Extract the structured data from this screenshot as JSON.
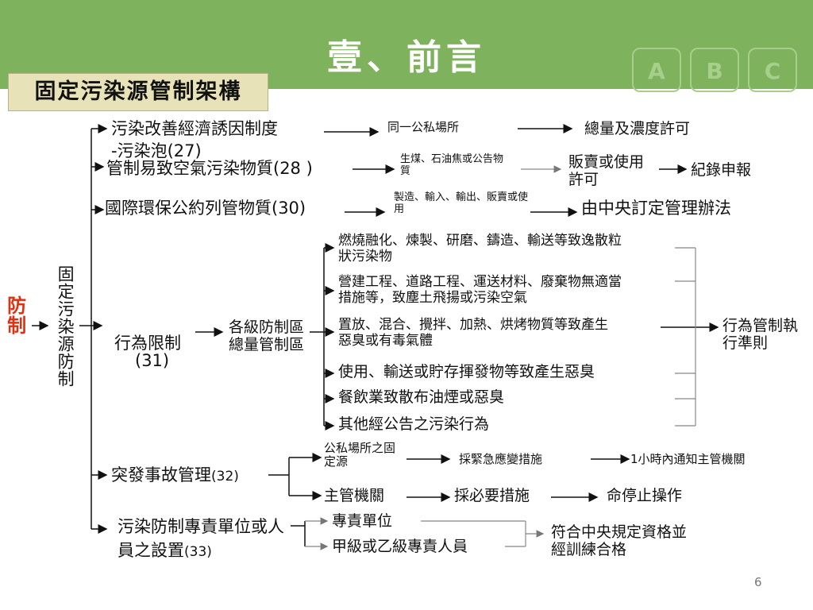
{
  "header": {
    "title": "壹、前言",
    "tabs": [
      "A",
      "B",
      "C"
    ],
    "color": "#7fb25c"
  },
  "subtitle": "固定污染源管制架構",
  "root": {
    "label": "防制",
    "category": "固定污染源防制"
  },
  "rows": {
    "r1": {
      "label": "污染改善經濟誘因制度",
      "label2": "-污染泡(27)",
      "mid": "同一公私場所",
      "end": "總量及濃度許可"
    },
    "r2": {
      "label": "管制易致空氣污染物質(28 )",
      "mid": "生煤、石油焦或公告物質",
      "mid2": "販賣或使用許可",
      "end": "紀錄申報"
    },
    "r3": {
      "label": "國際環保公約列管物質(30)",
      "mid": "製造、輸入、輸出、販賣或使用",
      "end": "由中央訂定管理辦法"
    },
    "r4": {
      "label": "行為限制",
      "num": "(31)",
      "zone": "各級防制區總量管制區",
      "items": [
        "燃燒融化、煉製、研磨、鑄造、輸送等致逸散粒狀污染物",
        "營建工程、道路工程、運送材料、廢棄物無適當措施等，致塵土飛揚或污染空氣",
        "置放、混合、攪拌、加熱、烘烤物質等致產生惡臭或有毒氣體",
        "使用、輸送或貯存揮發物等致產生惡臭",
        "餐飲業致散布油煙或惡臭",
        "其他經公告之污染行為"
      ],
      "end": "行為管制執行準則"
    },
    "r5": {
      "label": "突發事故管理",
      "num": "(32)",
      "branch1": "公私場所之固定源",
      "step1": "採緊急應變措施",
      "end1": "1小時內通知主管機關",
      "branch2": "主管機關",
      "step2": "採必要措施",
      "end2": "命停止操作"
    },
    "r6": {
      "label": "污染防制專責單位或人員之設置",
      "num": "(33)",
      "branch1": "專責單位",
      "branch2": "甲級或乙級專責人員",
      "end": "符合中央規定資格並經訓練合格"
    }
  },
  "page_number": "6"
}
